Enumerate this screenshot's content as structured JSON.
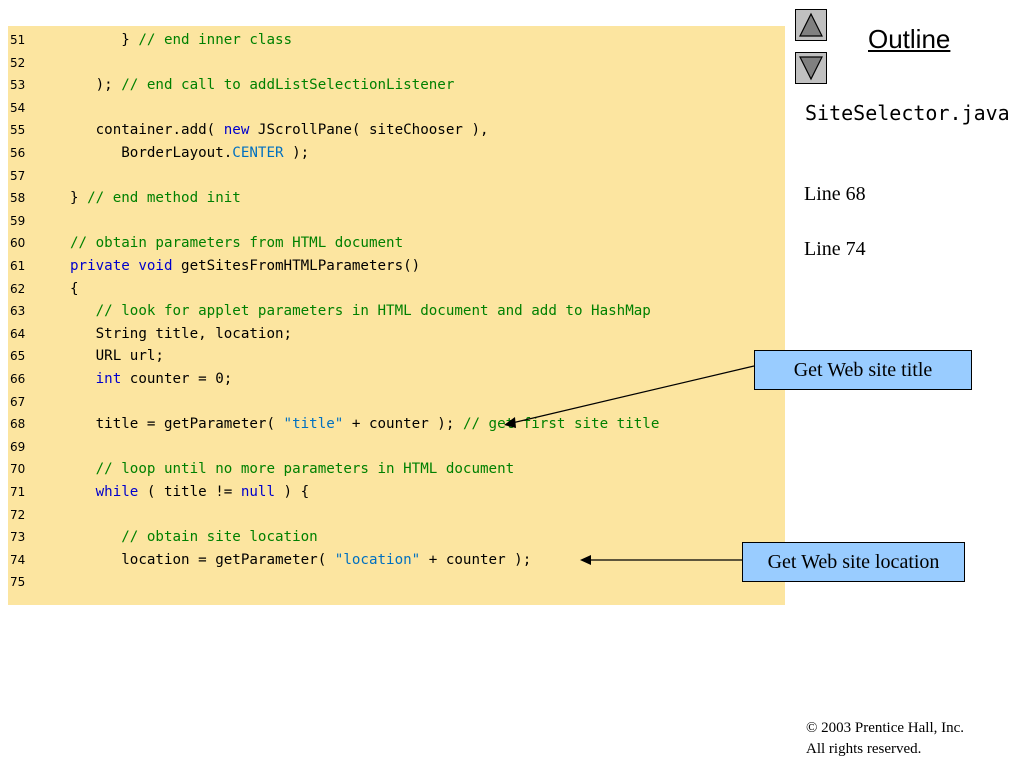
{
  "code_lines": [
    {
      "num": "51",
      "tokens": [
        {
          "t": "      } ",
          "c": ""
        },
        {
          "t": "// end inner class",
          "c": "cm"
        }
      ]
    },
    {
      "num": "52",
      "tokens": []
    },
    {
      "num": "53",
      "tokens": [
        {
          "t": "   ); ",
          "c": ""
        },
        {
          "t": "// end call to addListSelectionListener",
          "c": "cm"
        }
      ]
    },
    {
      "num": "54",
      "tokens": []
    },
    {
      "num": "55",
      "tokens": [
        {
          "t": "   container.add( ",
          "c": ""
        },
        {
          "t": "new",
          "c": "kw"
        },
        {
          "t": " JScrollPane( siteChooser ),",
          "c": ""
        }
      ]
    },
    {
      "num": "56",
      "tokens": [
        {
          "t": "      BorderLayout.",
          "c": ""
        },
        {
          "t": "CENTER",
          "c": "cn"
        },
        {
          "t": " );",
          "c": ""
        }
      ]
    },
    {
      "num": "57",
      "tokens": []
    },
    {
      "num": "58",
      "tokens": [
        {
          "t": "} ",
          "c": ""
        },
        {
          "t": "// end method init",
          "c": "cm"
        }
      ]
    },
    {
      "num": "59",
      "tokens": []
    },
    {
      "num": "60",
      "tokens": [
        {
          "t": "// obtain parameters from HTML document",
          "c": "cm"
        }
      ]
    },
    {
      "num": "61",
      "tokens": [
        {
          "t": "private",
          "c": "kw"
        },
        {
          "t": " ",
          "c": ""
        },
        {
          "t": "void",
          "c": "kw"
        },
        {
          "t": " getSitesFromHTMLParameters()",
          "c": ""
        }
      ]
    },
    {
      "num": "62",
      "tokens": [
        {
          "t": "{",
          "c": ""
        }
      ]
    },
    {
      "num": "63",
      "tokens": [
        {
          "t": "   ",
          "c": ""
        },
        {
          "t": "// look for applet parameters in HTML document and add to HashMap",
          "c": "cm"
        }
      ]
    },
    {
      "num": "64",
      "tokens": [
        {
          "t": "   String title, location;",
          "c": ""
        }
      ]
    },
    {
      "num": "65",
      "tokens": [
        {
          "t": "   URL url;",
          "c": ""
        }
      ]
    },
    {
      "num": "66",
      "tokens": [
        {
          "t": "   ",
          "c": ""
        },
        {
          "t": "int",
          "c": "kw"
        },
        {
          "t": " counter = 0;",
          "c": ""
        }
      ]
    },
    {
      "num": "67",
      "tokens": []
    },
    {
      "num": "68",
      "tokens": [
        {
          "t": "   title = getParameter( ",
          "c": ""
        },
        {
          "t": "\"title\"",
          "c": "st"
        },
        {
          "t": " + counter ); ",
          "c": ""
        },
        {
          "t": "// get first site title",
          "c": "cm"
        }
      ]
    },
    {
      "num": "69",
      "tokens": []
    },
    {
      "num": "70",
      "tokens": [
        {
          "t": "   ",
          "c": ""
        },
        {
          "t": "// loop until no more parameters in HTML document",
          "c": "cm"
        }
      ]
    },
    {
      "num": "71",
      "tokens": [
        {
          "t": "   ",
          "c": ""
        },
        {
          "t": "while",
          "c": "kw"
        },
        {
          "t": " ( title != ",
          "c": ""
        },
        {
          "t": "null",
          "c": "kw"
        },
        {
          "t": " ) {",
          "c": ""
        }
      ]
    },
    {
      "num": "72",
      "tokens": []
    },
    {
      "num": "73",
      "tokens": [
        {
          "t": "      ",
          "c": ""
        },
        {
          "t": "// obtain site location",
          "c": "cm"
        }
      ]
    },
    {
      "num": "74",
      "tokens": [
        {
          "t": "      location = getParameter( ",
          "c": ""
        },
        {
          "t": "\"location\"",
          "c": "st"
        },
        {
          "t": " + counter );",
          "c": ""
        }
      ]
    },
    {
      "num": "75",
      "tokens": []
    }
  ],
  "sidebar": {
    "outline_label": "Outline",
    "file_name": "SiteSelector.java",
    "line_refs": [
      "Line 68",
      "Line 74"
    ]
  },
  "callouts": {
    "title": "Get Web site title",
    "location": "Get Web site location"
  },
  "nav": {
    "up_icon": "triangle-up-icon",
    "down_icon": "triangle-down-icon"
  },
  "footer": {
    "copyright": "© 2003 Prentice Hall, Inc.",
    "rights": "All rights reserved."
  }
}
